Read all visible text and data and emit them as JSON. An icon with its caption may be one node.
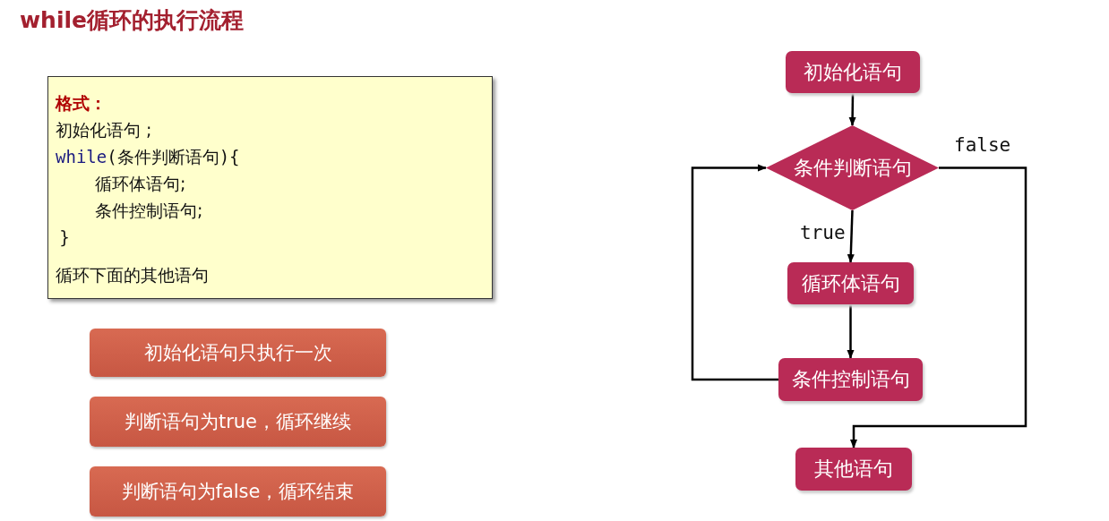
{
  "diagram": {
    "title": "while循环的执行流程",
    "nodes": [
      {
        "text": [
          "格式：",
          "初始化语句 ;",
          "while(条件判断语句){",
          "循环体语句;",
          "条件控制语句;",
          "}",
          "循环下面的其他语句"
        ]
      },
      {
        "text": [
          "初始化语句只执行一次"
        ]
      },
      {
        "text": [
          "判断语句为true，循环继续"
        ]
      },
      {
        "text": [
          "判断语句为false，循环结束"
        ]
      },
      {
        "text": [
          "初始化语句"
        ]
      },
      {
        "text": [
          "条件判断语句"
        ]
      },
      {
        "text": [
          "循环体语句"
        ]
      },
      {
        "text": [
          "条件控制语句"
        ]
      },
      {
        "text": [
          "其他语句"
        ]
      }
    ],
    "edges": [
      {
        "from": 4,
        "to": 5,
        "arrow": "to"
      },
      {
        "from": 5,
        "to": 6,
        "arrow": "to",
        "label": "true"
      },
      {
        "from": 6,
        "to": 7,
        "arrow": "to"
      },
      {
        "from": 7,
        "to": 5,
        "arrow": "to"
      },
      {
        "from": 5,
        "to": 8,
        "arrow": "to",
        "label": "false"
      }
    ]
  }
}
